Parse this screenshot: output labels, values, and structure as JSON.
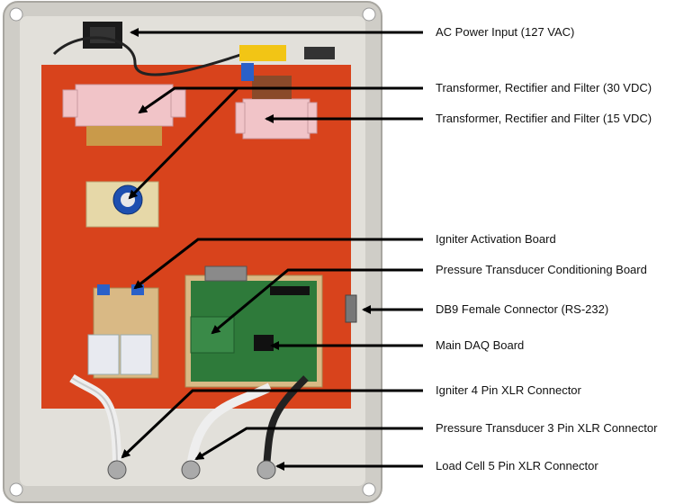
{
  "labels": [
    {
      "text": "AC Power Input (127 VAC)"
    },
    {
      "text": "Transformer, Rectifier and Filter (30 VDC)"
    },
    {
      "text": "Transformer, Rectifier and Filter (15 VDC)"
    },
    {
      "text": "Igniter Activation Board"
    },
    {
      "text": "Pressure Transducer Conditioning Board"
    },
    {
      "text": "DB9 Female Connector (RS-232)"
    },
    {
      "text": "Main DAQ Board"
    },
    {
      "text": "Igniter 4 Pin XLR Connector"
    },
    {
      "text": "Pressure Transducer 3 Pin XLR Connector"
    },
    {
      "text": "Load Cell 5 Pin XLR Connector"
    }
  ],
  "colors": {
    "enclosure": "#d8d6d0",
    "panel": "#d8431c",
    "pcb": "#2e7a3a",
    "transformer": "#f1c4c8",
    "arrow": "#000000"
  }
}
